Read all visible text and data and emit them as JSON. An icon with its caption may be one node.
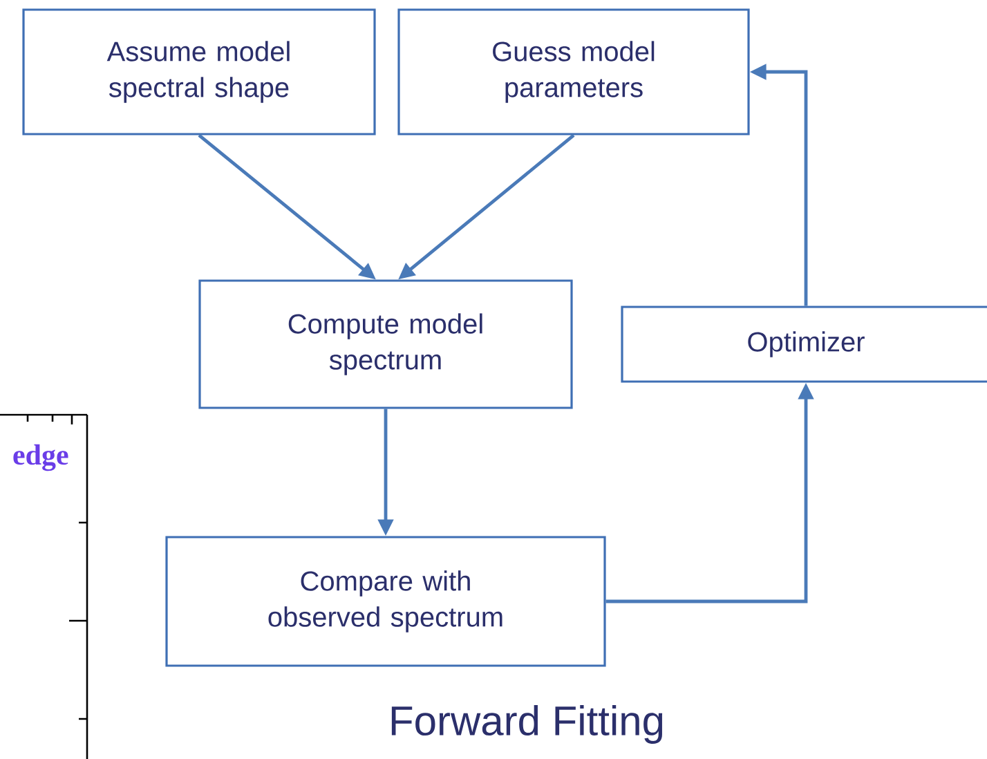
{
  "diagram": {
    "title": "Forward Fitting",
    "nodes": [
      {
        "text": [
          "Assume model spectral shape"
        ]
      },
      {
        "text": [
          "Guess model parameters"
        ]
      },
      {
        "text": [
          "Compute model spectrum"
        ]
      },
      {
        "text": [
          "Optimizer"
        ]
      },
      {
        "text": [
          "Compare with observed spectrum"
        ]
      }
    ],
    "edges": [
      {
        "from": 0,
        "to": 2,
        "arrow": "to"
      },
      {
        "from": 1,
        "to": 2,
        "arrow": "to"
      },
      {
        "from": 2,
        "to": 4,
        "arrow": "to"
      },
      {
        "from": 4,
        "to": 3,
        "arrow": "to"
      },
      {
        "from": 3,
        "to": 1,
        "arrow": "to"
      }
    ],
    "labels": [
      "edge"
    ]
  }
}
